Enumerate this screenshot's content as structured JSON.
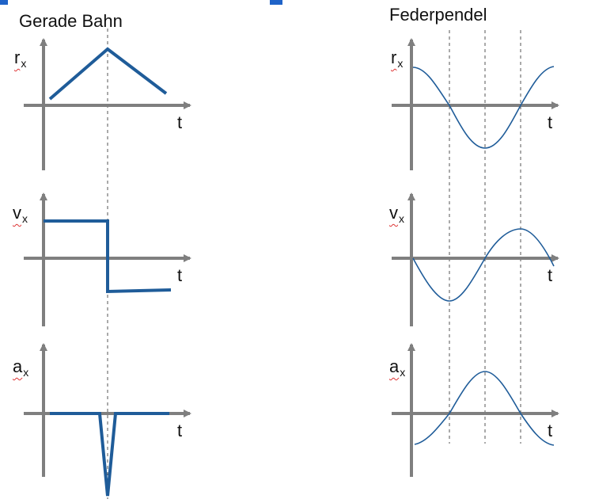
{
  "titles": {
    "left": "Gerade Bahn",
    "right": "Federpendel"
  },
  "labels": {
    "r": "r",
    "v": "v",
    "a": "a",
    "sub": "x",
    "t": "t"
  },
  "colors": {
    "left_curve": "#1f5c99",
    "right_curve": "#1f5c99",
    "axis": "#7f7f7f",
    "dashed": "#555555",
    "accent_top": "#1f63c8"
  }
}
